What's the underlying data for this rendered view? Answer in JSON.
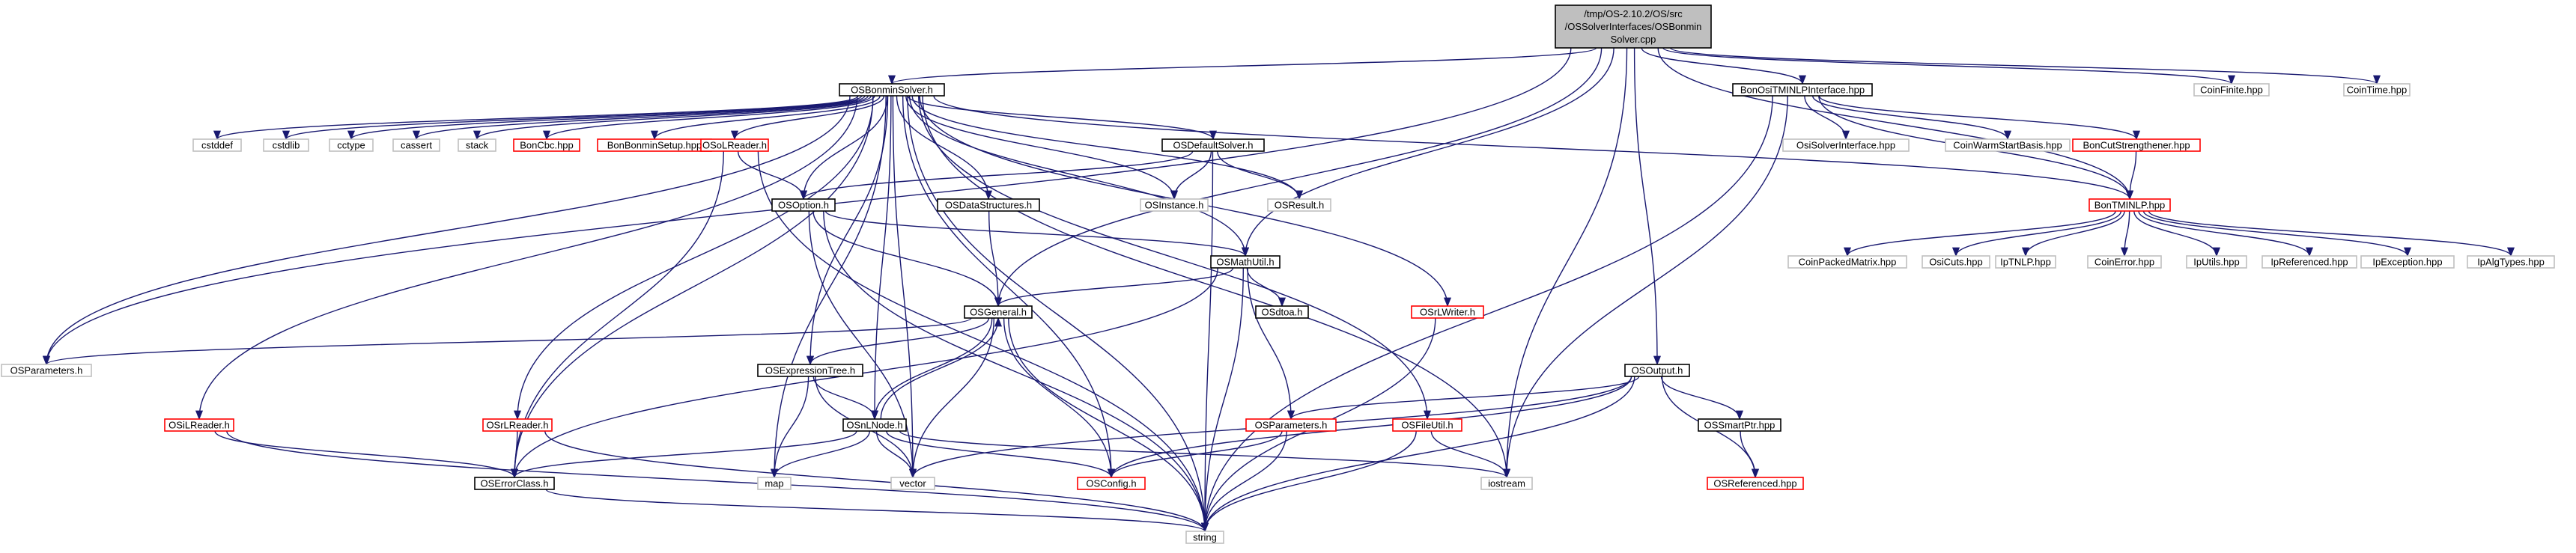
{
  "colors": {
    "edge": "#191970",
    "root_fill": "#bfbfbf",
    "black_border": "#000000",
    "red_border": "#ff0000",
    "grey_border": "#bfbfbf",
    "node_fill": "#ffffff"
  },
  "nodes": [
    {
      "id": "root",
      "lines": [
        "/tmp/OS-2.10.2/OS/src",
        "/OSSolverInterfaces/OSBonmin",
        "Solver.cpp"
      ],
      "style": "root"
    },
    {
      "id": "osbonminsolver_h",
      "lines": [
        "OSBonminSolver.h"
      ],
      "style": "black"
    },
    {
      "id": "bonositminlpinterface_hpp",
      "lines": [
        "BonOsiTMINLPInterface.hpp"
      ],
      "style": "black"
    },
    {
      "id": "coinfinite_hpp",
      "lines": [
        "CoinFinite.hpp"
      ],
      "style": "grey"
    },
    {
      "id": "cointime_hpp",
      "lines": [
        "CoinTime.hpp"
      ],
      "style": "grey"
    },
    {
      "id": "cstddef",
      "lines": [
        "cstddef"
      ],
      "style": "grey"
    },
    {
      "id": "cstdlib",
      "lines": [
        "cstdlib"
      ],
      "style": "grey"
    },
    {
      "id": "cctype",
      "lines": [
        "cctype"
      ],
      "style": "grey"
    },
    {
      "id": "cassert",
      "lines": [
        "cassert"
      ],
      "style": "grey"
    },
    {
      "id": "stack",
      "lines": [
        "stack"
      ],
      "style": "grey"
    },
    {
      "id": "boncbc_hpp",
      "lines": [
        "BonCbc.hpp"
      ],
      "style": "red"
    },
    {
      "id": "bonbonminsetup_hpp",
      "lines": [
        "BonBonminSetup.hpp"
      ],
      "style": "red"
    },
    {
      "id": "osolreader_h",
      "lines": [
        "OSoLReader.h"
      ],
      "style": "red"
    },
    {
      "id": "osdefaultsolver_h",
      "lines": [
        "OSDefaultSolver.h"
      ],
      "style": "black"
    },
    {
      "id": "osinstance_h",
      "lines": [
        "OSInstance.h"
      ],
      "style": "grey"
    },
    {
      "id": "osresult_h",
      "lines": [
        "OSResult.h"
      ],
      "style": "grey"
    },
    {
      "id": "osisolverinterface_hpp",
      "lines": [
        "OsiSolverInterface.hpp"
      ],
      "style": "grey"
    },
    {
      "id": "coinwarmstartbasis_hpp",
      "lines": [
        "CoinWarmStartBasis.hpp"
      ],
      "style": "grey"
    },
    {
      "id": "boncutstrengthener_hpp",
      "lines": [
        "BonCutStrengthener.hpp"
      ],
      "style": "red"
    },
    {
      "id": "bontminlp_hpp",
      "lines": [
        "BonTMINLP.hpp"
      ],
      "style": "red"
    },
    {
      "id": "osoption_h",
      "lines": [
        "OSOption.h"
      ],
      "style": "black"
    },
    {
      "id": "osdatastructures_h",
      "lines": [
        "OSDataStructures.h"
      ],
      "style": "black"
    },
    {
      "id": "osmathutil_h",
      "lines": [
        "OSMathUtil.h"
      ],
      "style": "black"
    },
    {
      "id": "coinpackedmatrix_hpp",
      "lines": [
        "CoinPackedMatrix.hpp"
      ],
      "style": "grey"
    },
    {
      "id": "osicuts_hpp",
      "lines": [
        "OsiCuts.hpp"
      ],
      "style": "grey"
    },
    {
      "id": "iptnlp_hpp",
      "lines": [
        "IpTNLP.hpp"
      ],
      "style": "grey"
    },
    {
      "id": "coinerror_hpp",
      "lines": [
        "CoinError.hpp"
      ],
      "style": "grey"
    },
    {
      "id": "iputils_hpp",
      "lines": [
        "IpUtils.hpp"
      ],
      "style": "grey"
    },
    {
      "id": "ipreferenced_hpp",
      "lines": [
        "IpReferenced.hpp"
      ],
      "style": "grey"
    },
    {
      "id": "ipexception_hpp",
      "lines": [
        "IpException.hpp"
      ],
      "style": "grey"
    },
    {
      "id": "ipalgtypes_hpp",
      "lines": [
        "IpAlgTypes.hpp"
      ],
      "style": "grey"
    },
    {
      "id": "osdtoa_h",
      "lines": [
        "OSdtoa.h"
      ],
      "style": "black"
    },
    {
      "id": "osrlwriter_h",
      "lines": [
        "OSrLWriter.h"
      ],
      "style": "red"
    },
    {
      "id": "osgeneral_h",
      "lines": [
        "OSGeneral.h"
      ],
      "style": "black"
    },
    {
      "id": "osparameters_h_left",
      "lines": [
        "OSParameters.h"
      ],
      "style": "grey"
    },
    {
      "id": "osexpressiontree_h",
      "lines": [
        "OSExpressionTree.h"
      ],
      "style": "black"
    },
    {
      "id": "osoutput_h",
      "lines": [
        "OSOutput.h"
      ],
      "style": "black"
    },
    {
      "id": "osilreader_h",
      "lines": [
        "OSiLReader.h"
      ],
      "style": "red"
    },
    {
      "id": "osrlreader_h",
      "lines": [
        "OSrLReader.h"
      ],
      "style": "red"
    },
    {
      "id": "osnlnode_h",
      "lines": [
        "OSnLNode.h"
      ],
      "style": "black"
    },
    {
      "id": "osparameters_h_red",
      "lines": [
        "OSParameters.h"
      ],
      "style": "red"
    },
    {
      "id": "osfileutil_h",
      "lines": [
        "OSFileUtil.h"
      ],
      "style": "red"
    },
    {
      "id": "ossmartptr_hpp",
      "lines": [
        "OSSmartPtr.hpp"
      ],
      "style": "black"
    },
    {
      "id": "oserrorclass_h",
      "lines": [
        "OSErrorClass.h"
      ],
      "style": "black"
    },
    {
      "id": "map",
      "lines": [
        "map"
      ],
      "style": "grey"
    },
    {
      "id": "vector",
      "lines": [
        "vector"
      ],
      "style": "grey"
    },
    {
      "id": "osconfig_h",
      "lines": [
        "OSConfig.h"
      ],
      "style": "red"
    },
    {
      "id": "iostream",
      "lines": [
        "iostream"
      ],
      "style": "grey"
    },
    {
      "id": "osreferenced_hpp",
      "lines": [
        "OSReferenced.hpp"
      ],
      "style": "red"
    },
    {
      "id": "string",
      "lines": [
        "string"
      ],
      "style": "grey"
    }
  ],
  "edges": [
    [
      "root",
      "osbonminsolver_h"
    ],
    [
      "root",
      "bonositminlpinterface_hpp"
    ],
    [
      "root",
      "coinfinite_hpp"
    ],
    [
      "root",
      "cointime_hpp"
    ],
    [
      "root",
      "osparameters_h_left"
    ],
    [
      "root",
      "osgeneral_h"
    ],
    [
      "root",
      "osmathutil_h"
    ],
    [
      "root",
      "osoutput_h"
    ],
    [
      "root",
      "iostream"
    ],
    [
      "root",
      "bontminlp_hpp"
    ],
    [
      "osbonminsolver_h",
      "cstddef"
    ],
    [
      "osbonminsolver_h",
      "cstdlib"
    ],
    [
      "osbonminsolver_h",
      "cctype"
    ],
    [
      "osbonminsolver_h",
      "cassert"
    ],
    [
      "osbonminsolver_h",
      "stack"
    ],
    [
      "osbonminsolver_h",
      "boncbc_hpp"
    ],
    [
      "osbonminsolver_h",
      "bonbonminsetup_hpp"
    ],
    [
      "osbonminsolver_h",
      "osolreader_h"
    ],
    [
      "osbonminsolver_h",
      "osdefaultsolver_h"
    ],
    [
      "osbonminsolver_h",
      "osinstance_h"
    ],
    [
      "osbonminsolver_h",
      "osresult_h"
    ],
    [
      "osbonminsolver_h",
      "osoption_h"
    ],
    [
      "osbonminsolver_h",
      "osdatastructures_h"
    ],
    [
      "osbonminsolver_h",
      "osrlwriter_h"
    ],
    [
      "osbonminsolver_h",
      "osfileutil_h"
    ],
    [
      "osbonminsolver_h",
      "osilreader_h"
    ],
    [
      "osbonminsolver_h",
      "osrlreader_h"
    ],
    [
      "osbonminsolver_h",
      "osexpressiontree_h"
    ],
    [
      "osbonminsolver_h",
      "osnlnode_h"
    ],
    [
      "osbonminsolver_h",
      "osparameters_h_left"
    ],
    [
      "osbonminsolver_h",
      "oserrorclass_h"
    ],
    [
      "osbonminsolver_h",
      "map"
    ],
    [
      "osbonminsolver_h",
      "vector"
    ],
    [
      "osbonminsolver_h",
      "osconfig_h"
    ],
    [
      "osbonminsolver_h",
      "iostream"
    ],
    [
      "osbonminsolver_h",
      "string"
    ],
    [
      "osbonminsolver_h",
      "bontminlp_hpp"
    ],
    [
      "osbonminsolver_h",
      "osmathutil_h"
    ],
    [
      "bonositminlpinterface_hpp",
      "osisolverinterface_hpp"
    ],
    [
      "bonositminlpinterface_hpp",
      "coinwarmstartbasis_hpp"
    ],
    [
      "bonositminlpinterface_hpp",
      "boncutstrengthener_hpp"
    ],
    [
      "bonositminlpinterface_hpp",
      "bontminlp_hpp"
    ],
    [
      "bonositminlpinterface_hpp",
      "iostream"
    ],
    [
      "bonositminlpinterface_hpp",
      "string"
    ],
    [
      "boncutstrengthener_hpp",
      "bontminlp_hpp"
    ],
    [
      "bontminlp_hpp",
      "coinpackedmatrix_hpp"
    ],
    [
      "bontminlp_hpp",
      "osicuts_hpp"
    ],
    [
      "bontminlp_hpp",
      "iptnlp_hpp"
    ],
    [
      "bontminlp_hpp",
      "coinerror_hpp"
    ],
    [
      "bontminlp_hpp",
      "iputils_hpp"
    ],
    [
      "bontminlp_hpp",
      "ipreferenced_hpp"
    ],
    [
      "bontminlp_hpp",
      "ipexception_hpp"
    ],
    [
      "bontminlp_hpp",
      "ipalgtypes_hpp"
    ],
    [
      "osolreader_h",
      "osoption_h"
    ],
    [
      "osolreader_h",
      "oserrorclass_h"
    ],
    [
      "osolreader_h",
      "string"
    ],
    [
      "osdefaultsolver_h",
      "osoption_h"
    ],
    [
      "osdefaultsolver_h",
      "osinstance_h"
    ],
    [
      "osdefaultsolver_h",
      "osresult_h"
    ],
    [
      "osdefaultsolver_h",
      "string"
    ],
    [
      "osoption_h",
      "osgeneral_h"
    ],
    [
      "osoption_h",
      "osmathutil_h"
    ],
    [
      "osoption_h",
      "string"
    ],
    [
      "osoption_h",
      "vector"
    ],
    [
      "osdatastructures_h",
      "osgeneral_h"
    ],
    [
      "osmathutil_h",
      "osgeneral_h"
    ],
    [
      "osmathutil_h",
      "osdtoa_h"
    ],
    [
      "osmathutil_h",
      "osparameters_h_red"
    ],
    [
      "osmathutil_h",
      "oserrorclass_h"
    ],
    [
      "osmathutil_h",
      "string"
    ],
    [
      "osgeneral_h",
      "osparameters_h_left"
    ],
    [
      "osgeneral_h",
      "osexpressiontree_h"
    ],
    [
      "osgeneral_h",
      "osnlnode_h"
    ],
    [
      "osgeneral_h",
      "vector"
    ],
    [
      "osgeneral_h",
      "osconfig_h"
    ],
    [
      "osgeneral_h",
      "string"
    ],
    [
      "osexpressiontree_h",
      "osnlnode_h"
    ],
    [
      "osexpressiontree_h",
      "map"
    ],
    [
      "osexpressiontree_h",
      "vector"
    ],
    [
      "osnlnode_h",
      "osgeneral_h"
    ],
    [
      "osnlnode_h",
      "oserrorclass_h"
    ],
    [
      "osnlnode_h",
      "map"
    ],
    [
      "osnlnode_h",
      "vector"
    ],
    [
      "osnlnode_h",
      "osconfig_h"
    ],
    [
      "osnlnode_h",
      "iostream"
    ],
    [
      "osrlwriter_h",
      "string"
    ],
    [
      "osilreader_h",
      "oserrorclass_h"
    ],
    [
      "osilreader_h",
      "string"
    ],
    [
      "osrlreader_h",
      "oserrorclass_h"
    ],
    [
      "osrlreader_h",
      "string"
    ],
    [
      "osparameters_h_red",
      "osconfig_h"
    ],
    [
      "osparameters_h_red",
      "string"
    ],
    [
      "osfileutil_h",
      "iostream"
    ],
    [
      "osfileutil_h",
      "string"
    ],
    [
      "osoutput_h",
      "vector"
    ],
    [
      "osoutput_h",
      "osconfig_h"
    ],
    [
      "osoutput_h",
      "osparameters_h_red"
    ],
    [
      "osoutput_h",
      "ossmartptr_hpp"
    ],
    [
      "osoutput_h",
      "osreferenced_hpp"
    ],
    [
      "osoutput_h",
      "string"
    ],
    [
      "ossmartptr_hpp",
      "osreferenced_hpp"
    ],
    [
      "oserrorclass_h",
      "string"
    ]
  ]
}
